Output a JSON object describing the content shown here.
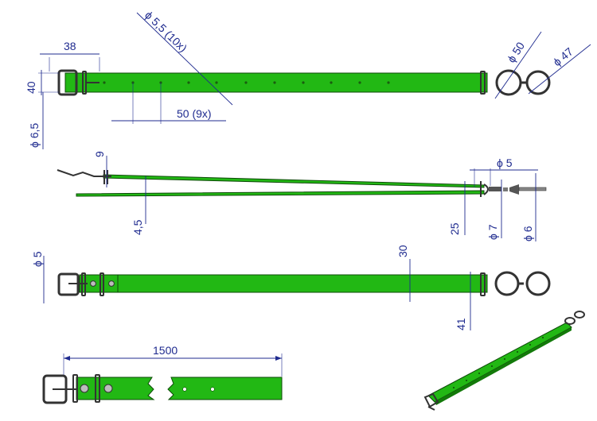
{
  "dimensions": {
    "buckle_width": "38",
    "hole_diameter": "ϕ 5,5  (10x)",
    "strap_height": "40",
    "rivet_diameter": "ϕ 6,5",
    "hole_spacing": "50  (9x)",
    "ring_large": "ϕ 50",
    "ring_small": "ϕ 47",
    "side_top_thickness": "9",
    "strap_thickness": "4,5",
    "pin_diameter_5": "ϕ 5",
    "clip_width": "25",
    "pin_diameter_7": "ϕ 7",
    "pin_diameter_6": "ϕ 6",
    "buckle_pin": "ϕ 5",
    "width_30": "30",
    "width_41": "41",
    "total_length": "1500"
  },
  "colors": {
    "strap": "#22b814",
    "dimension": "#1f2b8f",
    "metal": "#333333"
  }
}
